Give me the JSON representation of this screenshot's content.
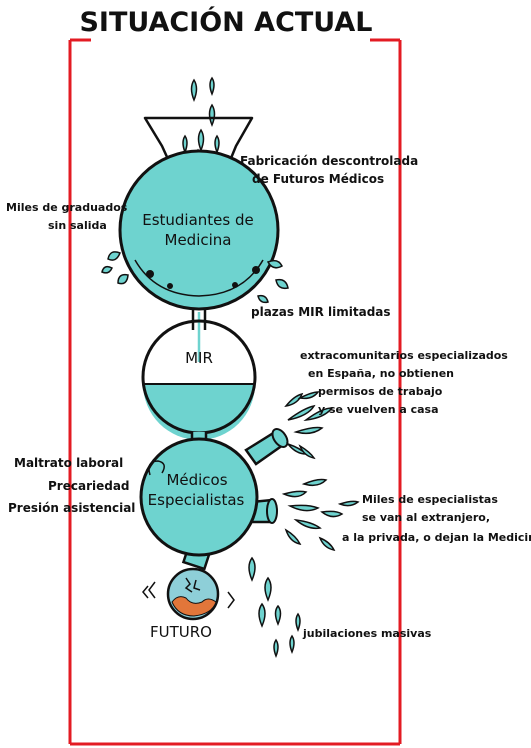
{
  "title": "SITUACIÓN ACTUAL",
  "colors": {
    "liquid": "#6ed3cf",
    "frame": "#e31b23",
    "outline": "#111111",
    "earth_land": "#e2763a",
    "earth_sea": "#8ecfd8"
  },
  "labels": {
    "fabricacion": [
      "Fabricación descontrolada",
      "de Futuros Médicos"
    ],
    "graduados": [
      "Miles de graduados",
      "sin salida"
    ],
    "estudiantes": [
      "Estudiantes de",
      "Medicina"
    ],
    "plazas": "plazas MIR limitadas",
    "mir": "MIR",
    "extracomunitarios": [
      "extracomunitarios especializados",
      "en España, no obtienen",
      "permisos de trabajo",
      "y se vuelven a casa"
    ],
    "maltrato": [
      "Maltrato laboral",
      "Precariedad",
      "Presión asistencial"
    ],
    "medicos": [
      "Médicos",
      "Especialistas"
    ],
    "especialistas": [
      "Miles de especialistas",
      "se van al extranjero,",
      "a la privada, o dejan la Medicina"
    ],
    "futuro": "FUTURO",
    "jubilaciones": "jubilaciones masivas"
  }
}
